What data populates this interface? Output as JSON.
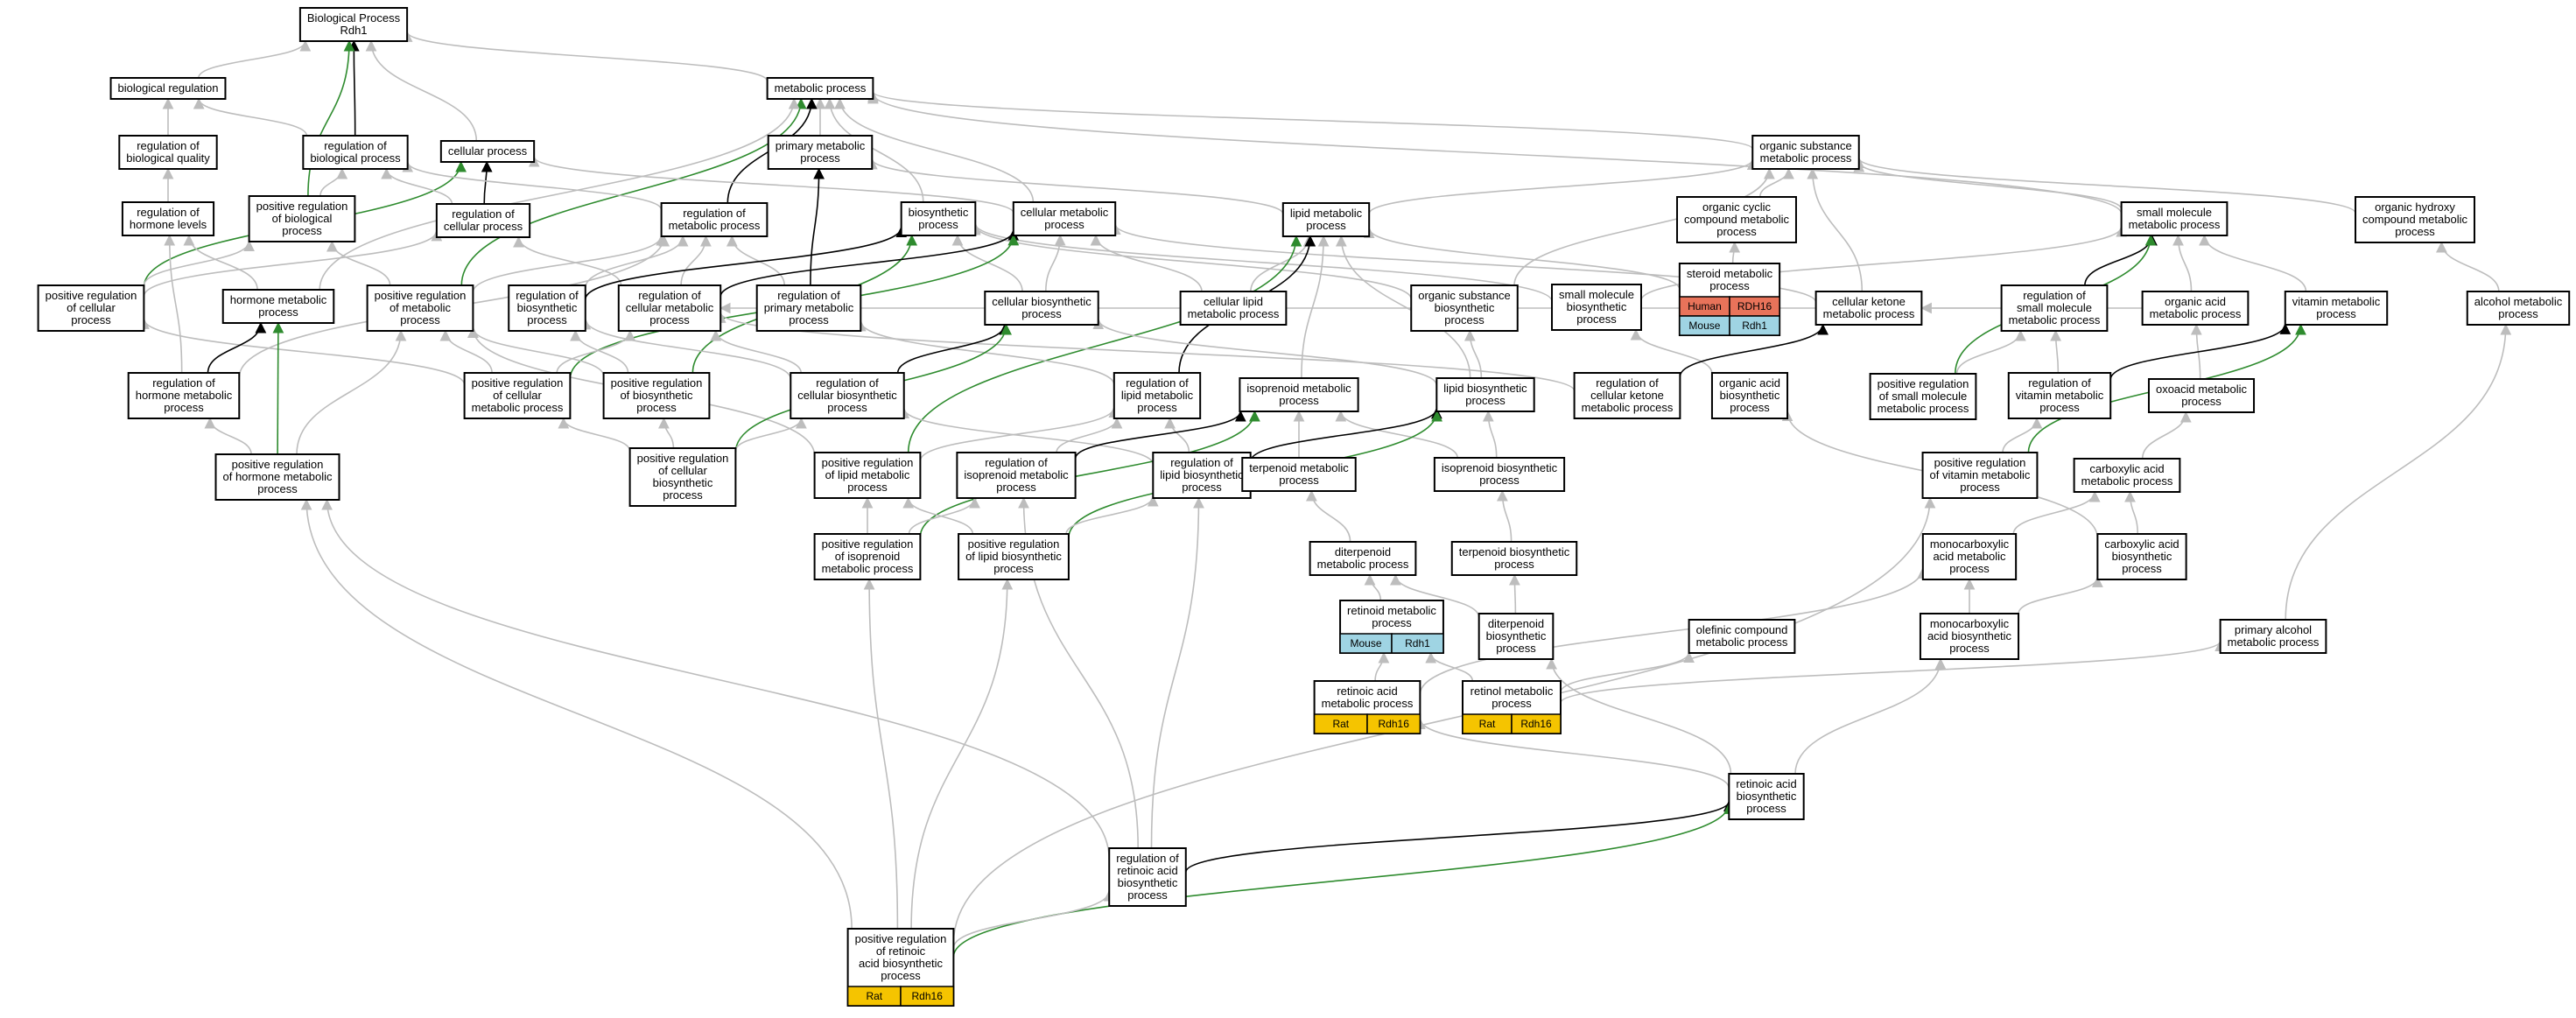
{
  "colors": {
    "gray_edge": "#bdbdbd",
    "black_edge": "#000000",
    "green_edge": "#2e8b2e",
    "human": "#e8735a",
    "mouse": "#9fd4e3",
    "rat": "#f5c400"
  },
  "nodes": [
    {
      "id": "bp",
      "lines": [
        "Biological Process",
        "Rdh1"
      ]
    },
    {
      "id": "bioreg",
      "lines": [
        "biological regulation"
      ]
    },
    {
      "id": "metab",
      "lines": [
        "metabolic process"
      ]
    },
    {
      "id": "regbioq",
      "lines": [
        "regulation of",
        "biological quality"
      ]
    },
    {
      "id": "regbio",
      "lines": [
        "regulation of",
        "biological process"
      ]
    },
    {
      "id": "cellproc",
      "lines": [
        "cellular process"
      ]
    },
    {
      "id": "primmet",
      "lines": [
        "primary metabolic",
        "process"
      ]
    },
    {
      "id": "orgsub",
      "lines": [
        "organic substance",
        "metabolic process"
      ]
    },
    {
      "id": "reghorm",
      "lines": [
        "regulation of",
        "hormone levels"
      ]
    },
    {
      "id": "posregbio",
      "lines": [
        "positive regulation",
        "of biological",
        "process"
      ]
    },
    {
      "id": "regcell",
      "lines": [
        "regulation of",
        "cellular process"
      ]
    },
    {
      "id": "regmet",
      "lines": [
        "regulation of",
        "metabolic process"
      ]
    },
    {
      "id": "biosyn",
      "lines": [
        "biosynthetic",
        "process"
      ]
    },
    {
      "id": "cellmet",
      "lines": [
        "cellular metabolic",
        "process"
      ]
    },
    {
      "id": "lipmet",
      "lines": [
        "lipid metabolic",
        "process"
      ]
    },
    {
      "id": "orgcyc",
      "lines": [
        "organic cyclic",
        "compound metabolic",
        "process"
      ]
    },
    {
      "id": "smallmol",
      "lines": [
        "small molecule",
        "metabolic process"
      ]
    },
    {
      "id": "orghydroxy",
      "lines": [
        "organic hydroxy",
        "compound metabolic",
        "process"
      ]
    },
    {
      "id": "posregcell",
      "lines": [
        "positive regulation",
        "of cellular",
        "process"
      ]
    },
    {
      "id": "hormmet",
      "lines": [
        "hormone metabolic",
        "process"
      ]
    },
    {
      "id": "posregmet",
      "lines": [
        "positive regulation",
        "of metabolic",
        "process"
      ]
    },
    {
      "id": "regbiosyn",
      "lines": [
        "regulation of",
        "biosynthetic",
        "process"
      ]
    },
    {
      "id": "regcellmet",
      "lines": [
        "regulation of",
        "cellular metabolic",
        "process"
      ]
    },
    {
      "id": "regprimmet",
      "lines": [
        "regulation of",
        "primary metabolic",
        "process"
      ]
    },
    {
      "id": "cellbiosyn",
      "lines": [
        "cellular biosynthetic",
        "process"
      ]
    },
    {
      "id": "celllip",
      "lines": [
        "cellular lipid",
        "metabolic process"
      ]
    },
    {
      "id": "orgsubbio",
      "lines": [
        "organic substance",
        "biosynthetic",
        "process"
      ]
    },
    {
      "id": "smallmolbio",
      "lines": [
        "small molecule",
        "biosynthetic",
        "process"
      ]
    },
    {
      "id": "steroid",
      "lines": [
        "steroid metabolic",
        "process"
      ],
      "tags": [
        [
          "Human",
          "RDH16"
        ],
        [
          "Mouse",
          "Rdh1"
        ]
      ]
    },
    {
      "id": "cellket",
      "lines": [
        "cellular ketone",
        "metabolic process"
      ]
    },
    {
      "id": "regsmall",
      "lines": [
        "regulation of",
        "small molecule",
        "metabolic process"
      ]
    },
    {
      "id": "orgacid",
      "lines": [
        "organic acid",
        "metabolic process"
      ]
    },
    {
      "id": "vitmet",
      "lines": [
        "vitamin metabolic",
        "process"
      ]
    },
    {
      "id": "alcmet",
      "lines": [
        "alcohol metabolic",
        "process"
      ]
    },
    {
      "id": "reghormmet",
      "lines": [
        "regulation of",
        "hormone metabolic",
        "process"
      ]
    },
    {
      "id": "posregcellmet",
      "lines": [
        "positive regulation",
        "of cellular",
        "metabolic process"
      ]
    },
    {
      "id": "posregbiosyn",
      "lines": [
        "positive regulation",
        "of biosynthetic",
        "process"
      ]
    },
    {
      "id": "regcellbiosyn",
      "lines": [
        "regulation of",
        "cellular biosynthetic",
        "process"
      ]
    },
    {
      "id": "reglipmet",
      "lines": [
        "regulation of",
        "lipid metabolic",
        "process"
      ]
    },
    {
      "id": "isomet",
      "lines": [
        "isoprenoid metabolic",
        "process"
      ]
    },
    {
      "id": "lipbio",
      "lines": [
        "lipid biosynthetic",
        "process"
      ]
    },
    {
      "id": "regcellket",
      "lines": [
        "regulation of",
        "cellular ketone",
        "metabolic process"
      ]
    },
    {
      "id": "orgacidbio",
      "lines": [
        "organic acid",
        "biosynthetic",
        "process"
      ]
    },
    {
      "id": "posregsmall",
      "lines": [
        "positive regulation",
        "of small molecule",
        "metabolic process"
      ]
    },
    {
      "id": "regvit",
      "lines": [
        "regulation of",
        "vitamin metabolic",
        "process"
      ]
    },
    {
      "id": "oxoacid",
      "lines": [
        "oxoacid metabolic",
        "process"
      ]
    },
    {
      "id": "posreghorm",
      "lines": [
        "positive regulation",
        "of hormone metabolic",
        "process"
      ]
    },
    {
      "id": "posregcellbio",
      "lines": [
        "positive regulation",
        "of cellular",
        "biosynthetic",
        "process"
      ]
    },
    {
      "id": "posreglip",
      "lines": [
        "positive regulation",
        "of lipid metabolic",
        "process"
      ]
    },
    {
      "id": "regiso",
      "lines": [
        "regulation of",
        "isoprenoid metabolic",
        "process"
      ]
    },
    {
      "id": "reglipbio",
      "lines": [
        "regulation of",
        "lipid biosynthetic",
        "process"
      ]
    },
    {
      "id": "terpmet",
      "lines": [
        "terpenoid metabolic",
        "process"
      ]
    },
    {
      "id": "isobio",
      "lines": [
        "isoprenoid biosynthetic",
        "process"
      ]
    },
    {
      "id": "posregvit",
      "lines": [
        "positive regulation",
        "of vitamin metabolic",
        "process"
      ]
    },
    {
      "id": "carbacid",
      "lines": [
        "carboxylic acid",
        "metabolic process"
      ]
    },
    {
      "id": "posregiso",
      "lines": [
        "positive regulation",
        "of isoprenoid",
        "metabolic process"
      ]
    },
    {
      "id": "posreglipbio",
      "lines": [
        "positive regulation",
        "of lipid biosynthetic",
        "process"
      ]
    },
    {
      "id": "diterp",
      "lines": [
        "diterpenoid",
        "metabolic process"
      ]
    },
    {
      "id": "terpbio",
      "lines": [
        "terpenoid biosynthetic",
        "process"
      ]
    },
    {
      "id": "monocarb",
      "lines": [
        "monocarboxylic",
        "acid metabolic",
        "process"
      ]
    },
    {
      "id": "carbbio",
      "lines": [
        "carboxylic acid",
        "biosynthetic",
        "process"
      ]
    },
    {
      "id": "retinoid",
      "lines": [
        "retinoid metabolic",
        "process"
      ],
      "tags": [
        [
          "Mouse",
          "Rdh1"
        ]
      ]
    },
    {
      "id": "diterpbio",
      "lines": [
        "diterpenoid",
        "biosynthetic",
        "process"
      ]
    },
    {
      "id": "olefinic",
      "lines": [
        "olefinic compound",
        "metabolic process"
      ]
    },
    {
      "id": "monocarbbio",
      "lines": [
        "monocarboxylic",
        "acid biosynthetic",
        "process"
      ]
    },
    {
      "id": "primalc",
      "lines": [
        "primary alcohol",
        "metabolic process"
      ]
    },
    {
      "id": "retacid",
      "lines": [
        "retinoic acid",
        "metabolic process"
      ],
      "tags": [
        [
          "Rat",
          "Rdh16"
        ]
      ]
    },
    {
      "id": "retinol",
      "lines": [
        "retinol metabolic",
        "process"
      ],
      "tags": [
        [
          "Rat",
          "Rdh16"
        ]
      ]
    },
    {
      "id": "retacidbio",
      "lines": [
        "retinoic acid",
        "biosynthetic",
        "process"
      ]
    },
    {
      "id": "regretacid",
      "lines": [
        "regulation of",
        "retinoic acid",
        "biosynthetic",
        "process"
      ]
    },
    {
      "id": "posregretacid",
      "lines": [
        "positive regulation",
        "of retinoic",
        "acid biosynthetic",
        "process"
      ],
      "tags": [
        [
          "Rat",
          "Rdh16"
        ]
      ]
    }
  ],
  "edges": [
    [
      "bioreg",
      "bp",
      "gray"
    ],
    [
      "metab",
      "bp",
      "gray"
    ],
    [
      "cellproc",
      "bp",
      "gray"
    ],
    [
      "regbio",
      "bp",
      "black"
    ],
    [
      "posregbio",
      "bp",
      "green"
    ],
    [
      "regbioq",
      "bioreg",
      "gray"
    ],
    [
      "regbio",
      "bioreg",
      "gray"
    ],
    [
      "reghorm",
      "regbioq",
      "gray"
    ],
    [
      "primmet",
      "metab",
      "gray"
    ],
    [
      "orgsub",
      "metab",
      "gray"
    ],
    [
      "smallmol",
      "metab",
      "gray"
    ],
    [
      "regmet",
      "metab",
      "black"
    ],
    [
      "posregmet",
      "metab",
      "green"
    ],
    [
      "biosyn",
      "metab",
      "gray"
    ],
    [
      "cellmet",
      "metab",
      "gray"
    ],
    [
      "hormmet",
      "metab",
      "gray"
    ],
    [
      "cellmet",
      "cellproc",
      "gray"
    ],
    [
      "regcell",
      "cellproc",
      "black"
    ],
    [
      "posregcell",
      "cellproc",
      "green"
    ],
    [
      "regcell",
      "regbio",
      "gray"
    ],
    [
      "posregbio",
      "regbio",
      "gray"
    ],
    [
      "regmet",
      "regbio",
      "gray"
    ],
    [
      "lipmet",
      "primmet",
      "gray"
    ],
    [
      "regprimmet",
      "primmet",
      "black"
    ],
    [
      "lipmet",
      "orgsub",
      "gray"
    ],
    [
      "orgcyc",
      "orgsub",
      "gray"
    ],
    [
      "orgsubbio",
      "orgsub",
      "gray"
    ],
    [
      "cellket",
      "orgsub",
      "gray"
    ],
    [
      "smallmol",
      "orgsub",
      "gray"
    ],
    [
      "orghydroxy",
      "orgsub",
      "gray"
    ],
    [
      "hormmet",
      "reghorm",
      "gray"
    ],
    [
      "reghormmet",
      "reghorm",
      "gray"
    ],
    [
      "posregcell",
      "posregbio",
      "gray"
    ],
    [
      "posregmet",
      "posregbio",
      "gray"
    ],
    [
      "regcellmet",
      "regcell",
      "gray"
    ],
    [
      "posregcell",
      "regcell",
      "gray"
    ],
    [
      "regbiosyn",
      "regmet",
      "gray"
    ],
    [
      "regcellmet",
      "regmet",
      "gray"
    ],
    [
      "regprimmet",
      "regmet",
      "gray"
    ],
    [
      "posregmet",
      "regmet",
      "gray"
    ],
    [
      "reghormmet",
      "regmet",
      "gray"
    ],
    [
      "cellbiosyn",
      "biosyn",
      "gray"
    ],
    [
      "orgsubbio",
      "biosyn",
      "gray"
    ],
    [
      "regbiosyn",
      "biosyn",
      "black"
    ],
    [
      "posregbiosyn",
      "biosyn",
      "green"
    ],
    [
      "smallmolbio",
      "biosyn",
      "gray"
    ],
    [
      "cellbiosyn",
      "cellmet",
      "gray"
    ],
    [
      "celllip",
      "cellmet",
      "gray"
    ],
    [
      "cellket",
      "cellmet",
      "gray"
    ],
    [
      "regcellmet",
      "cellmet",
      "black"
    ],
    [
      "posregcellmet",
      "cellmet",
      "green"
    ],
    [
      "celllip",
      "lipmet",
      "gray"
    ],
    [
      "lipbio",
      "lipmet",
      "gray"
    ],
    [
      "isomet",
      "lipmet",
      "gray"
    ],
    [
      "reglipmet",
      "lipmet",
      "black"
    ],
    [
      "posreglip",
      "lipmet",
      "green"
    ],
    [
      "steroid",
      "lipmet",
      "gray"
    ],
    [
      "steroid",
      "orgcyc",
      "gray"
    ],
    [
      "orgacid",
      "smallmol",
      "gray"
    ],
    [
      "vitmet",
      "smallmol",
      "gray"
    ],
    [
      "regsmall",
      "smallmol",
      "black"
    ],
    [
      "posregsmall",
      "smallmol",
      "green"
    ],
    [
      "smallmolbio",
      "smallmol",
      "gray"
    ],
    [
      "alcmet",
      "orghydroxy",
      "gray"
    ],
    [
      "posregcellmet",
      "posregcell",
      "gray"
    ],
    [
      "reghormmet",
      "hormmet",
      "black"
    ],
    [
      "posreghorm",
      "hormmet",
      "green"
    ],
    [
      "posregcellmet",
      "posregmet",
      "gray"
    ],
    [
      "posregbiosyn",
      "posregmet",
      "gray"
    ],
    [
      "posreghorm",
      "posregmet",
      "gray"
    ],
    [
      "posreglip",
      "posregmet",
      "gray"
    ],
    [
      "regcellbiosyn",
      "regbiosyn",
      "gray"
    ],
    [
      "posregbiosyn",
      "regbiosyn",
      "gray"
    ],
    [
      "reglipmet",
      "regprimmet",
      "gray"
    ],
    [
      "regcellbiosyn",
      "regcellmet",
      "gray"
    ],
    [
      "posregcellmet",
      "regcellmet",
      "gray"
    ],
    [
      "regcellket",
      "regcellmet",
      "gray"
    ],
    [
      "regsmall",
      "regcellmet",
      "gray"
    ],
    [
      "regcellbiosyn",
      "cellbiosyn",
      "black"
    ],
    [
      "posregcellbio",
      "cellbiosyn",
      "green"
    ],
    [
      "lipbio",
      "cellbiosyn",
      "gray"
    ],
    [
      "lipbio",
      "orgsubbio",
      "gray"
    ],
    [
      "orgacidbio",
      "smallmolbio",
      "gray"
    ],
    [
      "regcellket",
      "cellket",
      "black"
    ],
    [
      "orgacid",
      "cellket",
      "gray"
    ],
    [
      "posregsmall",
      "regsmall",
      "gray"
    ],
    [
      "regvit",
      "regsmall",
      "gray"
    ],
    [
      "oxoacid",
      "orgacid",
      "gray"
    ],
    [
      "regvit",
      "vitmet",
      "black"
    ],
    [
      "posregvit",
      "vitmet",
      "green"
    ],
    [
      "primalc",
      "alcmet",
      "gray"
    ],
    [
      "posreghorm",
      "reghormmet",
      "gray"
    ],
    [
      "posregcellbio",
      "posregcellmet",
      "gray"
    ],
    [
      "posregcellbio",
      "posregbiosyn",
      "gray"
    ],
    [
      "posregcellbio",
      "regcellbiosyn",
      "gray"
    ],
    [
      "reglipbio",
      "regcellbiosyn",
      "gray"
    ],
    [
      "regiso",
      "reglipmet",
      "gray"
    ],
    [
      "reglipbio",
      "reglipmet",
      "gray"
    ],
    [
      "posreglip",
      "reglipmet",
      "gray"
    ],
    [
      "regiso",
      "isomet",
      "black"
    ],
    [
      "posregiso",
      "isomet",
      "green"
    ],
    [
      "terpmet",
      "isomet",
      "gray"
    ],
    [
      "isobio",
      "isomet",
      "gray"
    ],
    [
      "reglipbio",
      "lipbio",
      "black"
    ],
    [
      "posreglipbio",
      "lipbio",
      "green"
    ],
    [
      "isobio",
      "lipbio",
      "gray"
    ],
    [
      "carbbio",
      "orgacidbio",
      "gray"
    ],
    [
      "posregvit",
      "regvit",
      "gray"
    ],
    [
      "carbacid",
      "oxoacid",
      "gray"
    ],
    [
      "posregiso",
      "posreglip",
      "gray"
    ],
    [
      "posreglipbio",
      "posreglip",
      "gray"
    ],
    [
      "posregiso",
      "regiso",
      "gray"
    ],
    [
      "posreglipbio",
      "reglipbio",
      "gray"
    ],
    [
      "diterp",
      "terpmet",
      "gray"
    ],
    [
      "terpbio",
      "isobio",
      "gray"
    ],
    [
      "monocarb",
      "carbacid",
      "gray"
    ],
    [
      "carbbio",
      "carbacid",
      "gray"
    ],
    [
      "retinoid",
      "diterp",
      "gray"
    ],
    [
      "diterpbio",
      "diterp",
      "gray"
    ],
    [
      "diterpbio",
      "terpbio",
      "gray"
    ],
    [
      "monocarbbio",
      "monocarb",
      "gray"
    ],
    [
      "monocarbbio",
      "carbbio",
      "gray"
    ],
    [
      "retacid",
      "retinoid",
      "gray"
    ],
    [
      "retinol",
      "retinoid",
      "gray"
    ],
    [
      "retacid",
      "monocarb",
      "gray"
    ],
    [
      "retinol",
      "olefinic",
      "gray"
    ],
    [
      "retinol",
      "primalc",
      "gray"
    ],
    [
      "retacidbio",
      "retacid",
      "gray"
    ],
    [
      "retacidbio",
      "diterpbio",
      "gray"
    ],
    [
      "retacidbio",
      "monocarbbio",
      "gray"
    ],
    [
      "regretacid",
      "retacidbio",
      "black"
    ],
    [
      "posregretacid",
      "retacidbio",
      "green"
    ],
    [
      "posregretacid",
      "regretacid",
      "gray"
    ],
    [
      "regretacid",
      "posreghorm",
      "gray"
    ],
    [
      "regretacid",
      "reglipbio",
      "gray"
    ],
    [
      "regretacid",
      "regiso",
      "gray"
    ],
    [
      "posregretacid",
      "posreghorm",
      "gray"
    ],
    [
      "posregretacid",
      "posregiso",
      "gray"
    ],
    [
      "posregretacid",
      "posreglipbio",
      "gray"
    ],
    [
      "posregretacid",
      "posregvit",
      "gray"
    ]
  ]
}
